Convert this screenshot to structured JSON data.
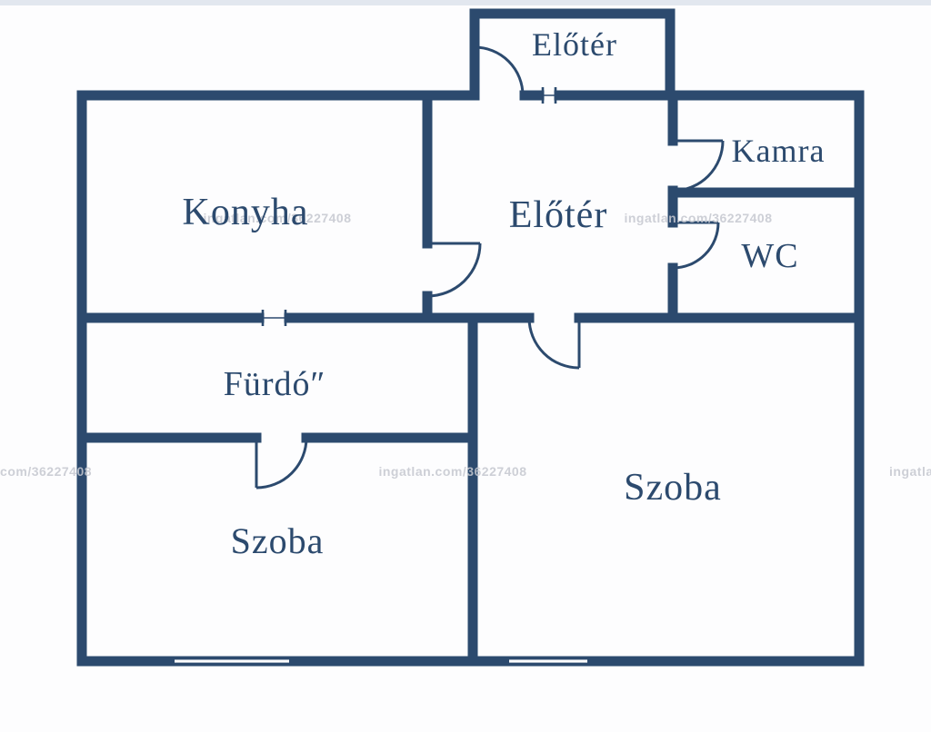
{
  "plan": {
    "ink_color": "#2c4a6e",
    "background_color": "#fdfdfe",
    "rooms": {
      "vestibule_top": "Előtér",
      "kitchen": "Konyha",
      "hall": "Előtér",
      "pantry": "Kamra",
      "wc": "WC",
      "bathroom": "Fürdó″",
      "room_left": "Szoba",
      "room_right": "Szoba"
    },
    "watermark": "ingatlan.com/36227408"
  }
}
